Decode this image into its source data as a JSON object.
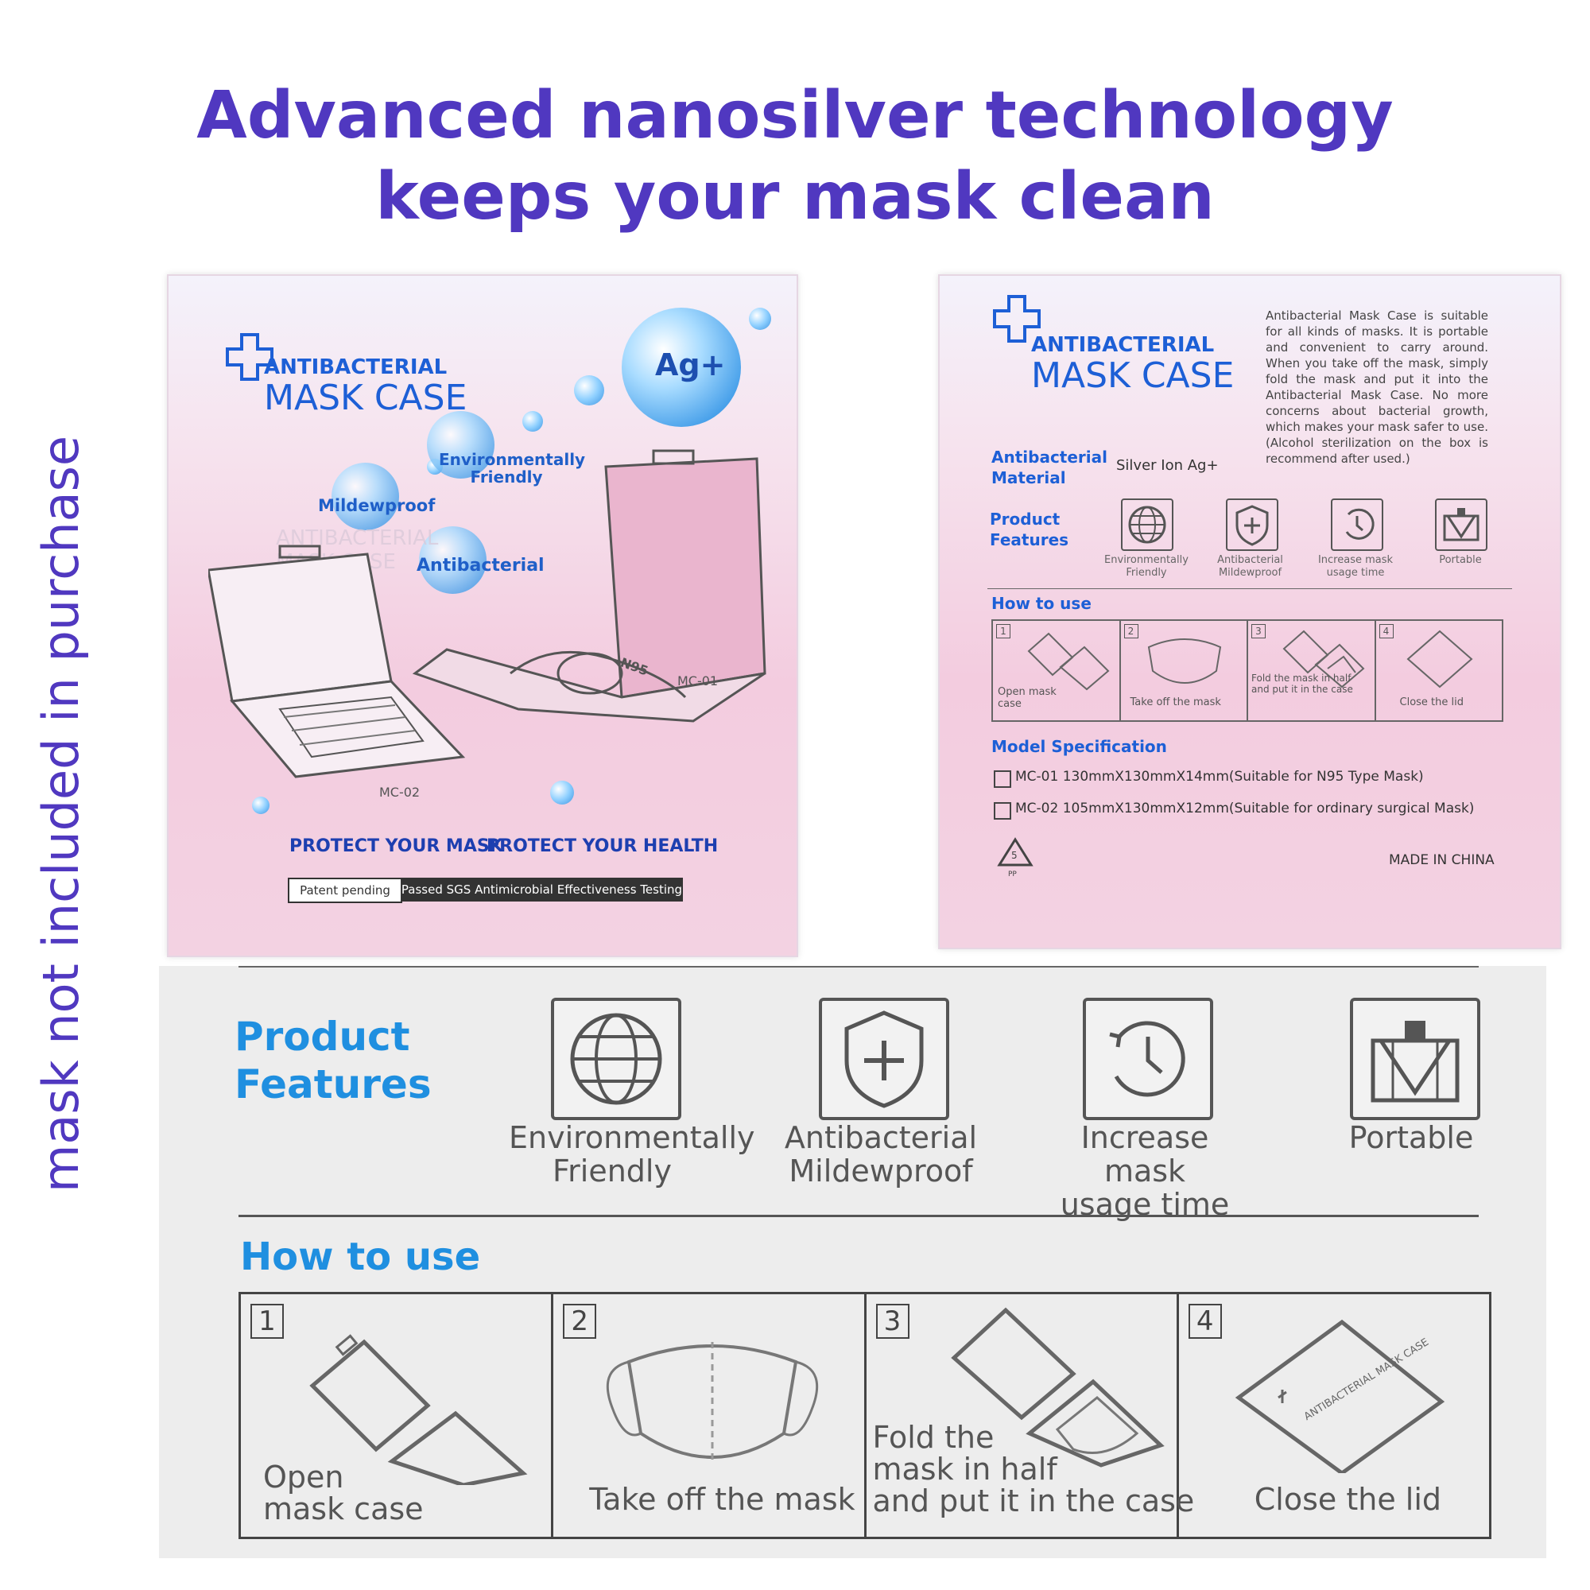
{
  "headline": {
    "line1": "Advanced nanosilver technology",
    "line2": "keeps your mask clean"
  },
  "side_note": "mask not included in purchase",
  "front_package": {
    "brand_line1": "ANTIBACTERIAL",
    "brand_line2": "MASK CASE",
    "ag_label": "Ag+",
    "bubble_labels": [
      "Environmentally Friendly",
      "Mildewproof",
      "Antibacterial"
    ],
    "ghost_brand": "ANTIBACTERIAL MASK CASE",
    "model_mc01": "MC-01",
    "model_mc02": "MC-02",
    "mask_label": "N95",
    "slogan1": "PROTECT YOUR MASK",
    "slogan2": "PROTECT YOUR HEALTH",
    "patent": "Patent pending",
    "sgs": "Passed SGS Antimicrobial Effectiveness Testing"
  },
  "back_package": {
    "brand_line1": "ANTIBACTERIAL",
    "brand_line2": "MASK CASE",
    "description": "Antibacterial Mask Case is suitable for all kinds of masks. It is portable and convenient to carry around. When you take off the mask, simply fold the mask and put it into the Antibacterial Mask Case. No more concerns about bacterial growth, which makes your mask safer to use. (Alcohol sterilization on the box is recommend after used.)",
    "material_label": "Antibacterial Material",
    "material_value": "Silver Ion  Ag+",
    "features_label": "Product Features",
    "features": [
      "Environmentally Friendly",
      "Antibacterial Mildewproof",
      "Increase mask usage time",
      "Portable"
    ],
    "how_to_use": "How to use",
    "steps": [
      {
        "num": "1",
        "text": "Open mask case"
      },
      {
        "num": "2",
        "text": "Take off the mask"
      },
      {
        "num": "3",
        "text": "Fold the mask in half and put it in the case"
      },
      {
        "num": "4",
        "text": "Close the lid"
      }
    ],
    "model_spec_label": "Model Specification",
    "model_specs": [
      "MC-01  130mmX130mmX14mm(Suitable for N95 Type Mask)",
      "MC-02  105mmX130mmX12mm(Suitable for ordinary surgical Mask)"
    ],
    "recycle": "PP",
    "recycle_num": "5",
    "made_in": "MADE IN CHINA"
  },
  "zoom_panel": {
    "features_label_line1": "Product",
    "features_label_line2": "Features",
    "features": [
      {
        "line1": "Environmentally",
        "line2": "Friendly",
        "icon": "globe-icon"
      },
      {
        "line1": "Antibacterial",
        "line2": "Mildewproof",
        "icon": "shield-plus-icon"
      },
      {
        "line1": "Increase mask",
        "line2": "usage time",
        "icon": "clock-icon"
      },
      {
        "line1": "Portable",
        "line2": "",
        "icon": "bag-icon"
      }
    ],
    "how_to_use": "How to use",
    "steps": [
      {
        "num": "1",
        "line1": "Open",
        "line2": "mask case",
        "line3": ""
      },
      {
        "num": "2",
        "line1": "Take off the mask",
        "line2": "",
        "line3": ""
      },
      {
        "num": "3",
        "line1": "Fold the",
        "line2": "mask in half",
        "line3": "and put it in the case"
      },
      {
        "num": "4",
        "line1": "Close the lid",
        "line2": "",
        "line3": ""
      }
    ],
    "lid_brand": "ANTIBACTERIAL MASK CASE"
  },
  "colors": {
    "headline": "#5038c0",
    "brand_blue": "#1d5fd6",
    "zoom_blue": "#1f8fe0",
    "package_pink": "#f3ccdf"
  }
}
